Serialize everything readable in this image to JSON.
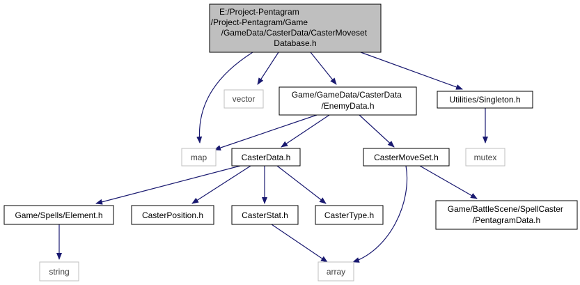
{
  "colors": {
    "edge": "#191970",
    "border_dark": "#000000",
    "border_light": "#bfbfbf",
    "root_fill": "#bfbfbf",
    "text_dark": "#000000",
    "text_light": "#404040"
  },
  "nodes": {
    "root": {
      "lines": [
        "E:/Project-Pentagram",
        "/Project-Pentagram/Game",
        "/GameData/CasterData/CasterMoveset",
        "Database.h"
      ]
    },
    "map": {
      "lines": [
        "map"
      ]
    },
    "vector": {
      "lines": [
        "vector"
      ]
    },
    "enemy_data": {
      "lines": [
        "Game/GameData/CasterData",
        "/EnemyData.h"
      ]
    },
    "singleton": {
      "lines": [
        "Utilities/Singleton.h"
      ]
    },
    "mutex": {
      "lines": [
        "mutex"
      ]
    },
    "caster_data": {
      "lines": [
        "CasterData.h"
      ]
    },
    "caster_move_set": {
      "lines": [
        "CasterMoveSet.h"
      ]
    },
    "element": {
      "lines": [
        "Game/Spells/Element.h"
      ]
    },
    "caster_position": {
      "lines": [
        "CasterPosition.h"
      ]
    },
    "caster_stat": {
      "lines": [
        "CasterStat.h"
      ]
    },
    "caster_type": {
      "lines": [
        "CasterType.h"
      ]
    },
    "pentagram_data": {
      "lines": [
        "Game/BattleScene/SpellCaster",
        "/PentagramData.h"
      ]
    },
    "string": {
      "lines": [
        "string"
      ]
    },
    "array": {
      "lines": [
        "array"
      ]
    }
  }
}
